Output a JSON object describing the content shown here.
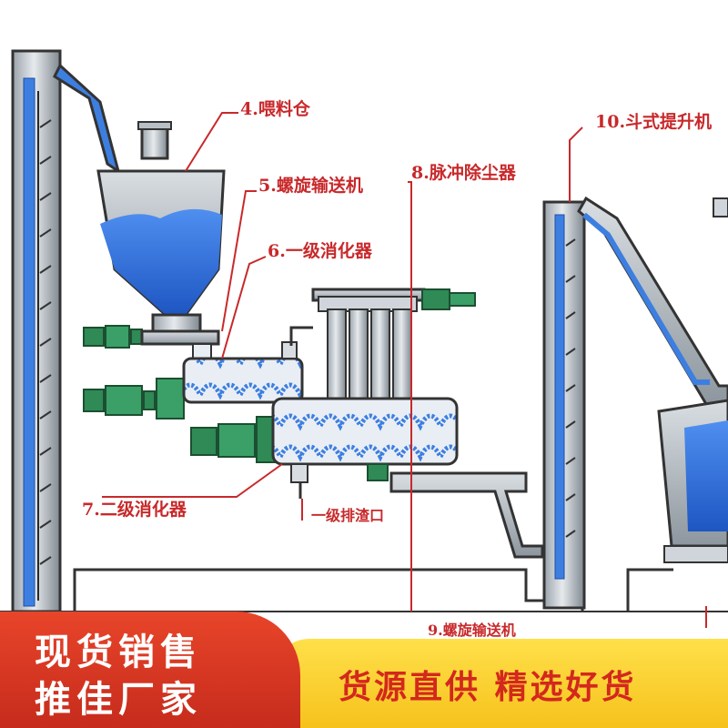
{
  "labels": {
    "silo": "4.喂料仓",
    "screw_conveyor": "5.螺旋输送机",
    "digester_1": "6.一级消化器",
    "dust_collector": "8.脉冲除尘器",
    "bucket_elevator": "10.斗式提升机",
    "digester_2": "7.二级消化器",
    "discharge_port": "一级排渣口",
    "bottom_label": "9.螺旋输送机"
  },
  "banner": {
    "left_line1": "现货销售",
    "left_line2": "推佳厂家",
    "right_slogan": "货源直供 精选好货"
  },
  "colors": {
    "callout_red": "#c8292b",
    "banner_red": "#d9381f",
    "banner_yellow": "#f8cc2a",
    "material_blue": "#2f6fd6",
    "motor_green": "#2f8a55"
  }
}
